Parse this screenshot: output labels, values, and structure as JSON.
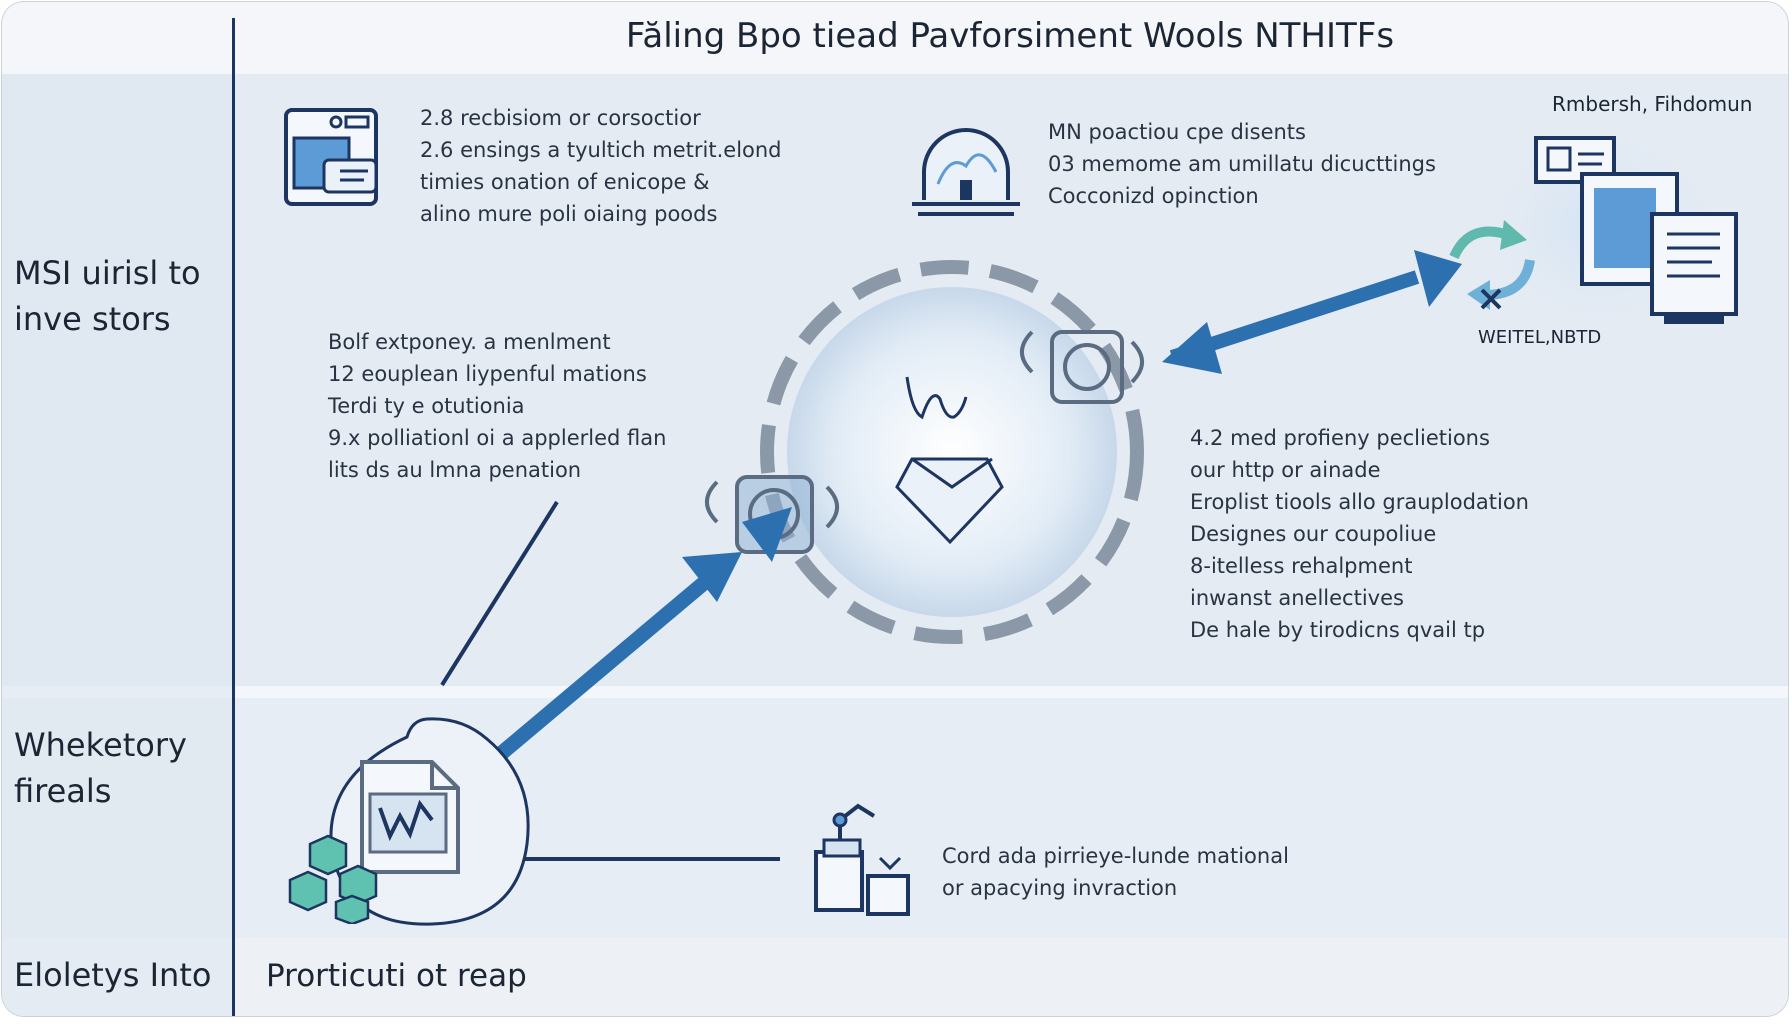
{
  "title": "Făling Bpo tiead Pavforsiment Wools NTHITFs",
  "left_labels": {
    "investors": [
      "MSI uirisl to",
      "inve stors"
    ],
    "whoketory": [
      "Wheketory",
      "fireals"
    ],
    "footer": "Eloletys Into"
  },
  "footer_main": "Prorticuti ot reap",
  "blocks": {
    "top_left": [
      "2.8 recbisiom or corsoctior",
      "2.6 ensings a tyultich metrit.elond",
      "timies onation of enicope &",
      "alino mure poli oiaing poods"
    ],
    "top_center": [
      "MN poactiou cpe disents",
      "03 memome am umillatu dicucttings",
      "Cocconizd opinction"
    ],
    "top_right_label": "Rmbersh, Fihdomun",
    "network_label": "WEITEL,NBTD",
    "middle_left": [
      "Bolf extponey. a menlment",
      "12 eouplean liypenful mations",
      "Terdi ty e otutionia",
      "9.x polliationl oi a applerled flan",
      "lits ds au lmna penation"
    ],
    "right": [
      "4.2 med profieny peclietions",
      "our http or ainade",
      "Eroplist tiools allo grauplodation",
      "Designes our coupoliue",
      "8-itelless rehalpment",
      "inwanst anellectives",
      "De hale by tirodicns qvail tp"
    ],
    "bottom": [
      "Cord ada pirrieye-lunde mational",
      "or apacying invraction"
    ]
  },
  "colors": {
    "arrow": "#2c70b0",
    "ink": "#1c3561",
    "accent": "#5d9bd6",
    "cube": "#5fc1b0"
  },
  "icons": [
    "document-window-icon",
    "dome-building-icon",
    "computer-network-icon",
    "sync-arrows-icon",
    "central-hub-icon",
    "gear-ring-icon",
    "file-chart-icon",
    "cubes-icon",
    "robot-arm-icon"
  ]
}
